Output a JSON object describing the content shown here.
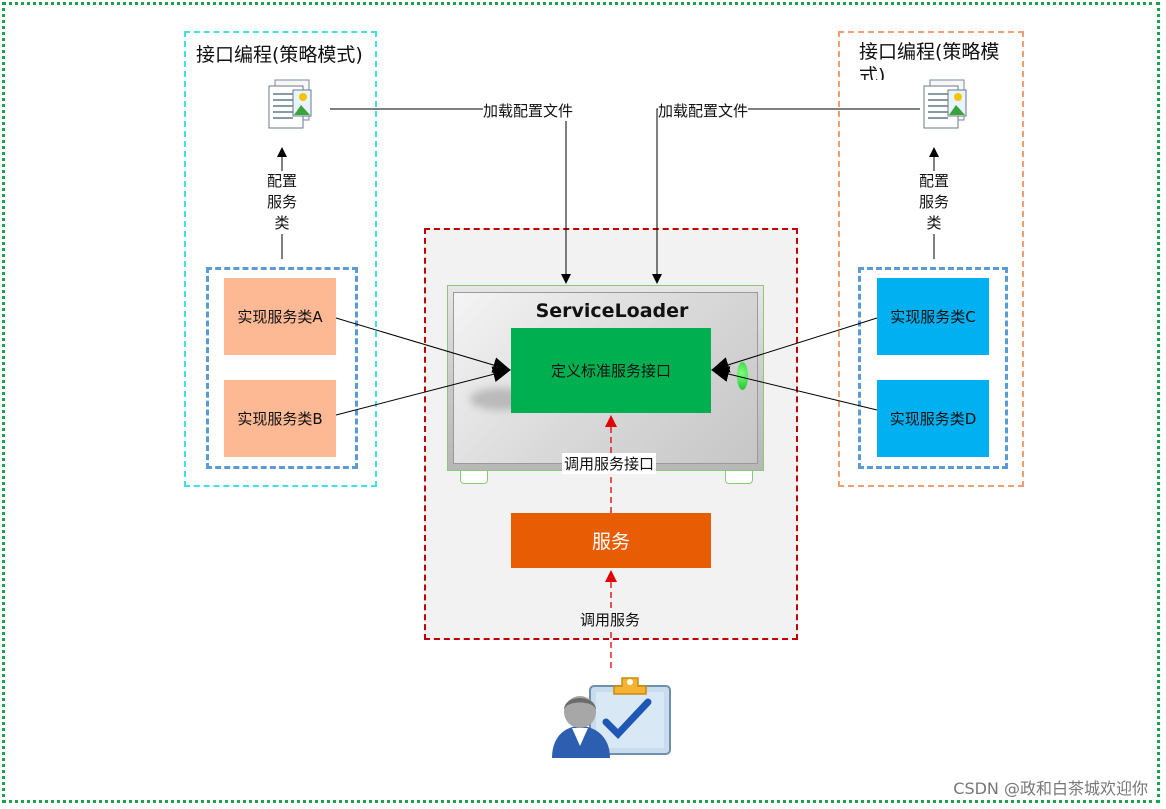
{
  "left_group": {
    "title": "接口编程(策略模式)",
    "config_label": [
      "配置",
      "服务",
      "类"
    ],
    "impl_a": "实现服务类A",
    "impl_b": "实现服务类B"
  },
  "right_group": {
    "title": "接口编程(策略模式)",
    "config_label": [
      "配置",
      "服务",
      "类"
    ],
    "impl_c": "实现服务类C",
    "impl_d": "实现服务类D"
  },
  "load_config_left": "加载配置文件",
  "load_config_right": "加载配置文件",
  "service_loader": {
    "title": "ServiceLoader",
    "interface": "定义标准服务接口",
    "call_interface": "调用服务接口"
  },
  "service": "服务",
  "call_service": "调用服务",
  "watermark": "CSDN @政和白茶城欢迎你",
  "colors": {
    "outer_border": "#1aa34a",
    "left_group_border": "#3fe0e6",
    "right_group_border": "#f0a070",
    "impl_orange": "#fcb994",
    "impl_blue": "#00b0f0",
    "interface_green": "#00b050",
    "service_orange": "#e85d04",
    "center_border": "#c00000"
  },
  "icons": [
    "document-icon",
    "document-icon",
    "user-checklist-icon"
  ]
}
